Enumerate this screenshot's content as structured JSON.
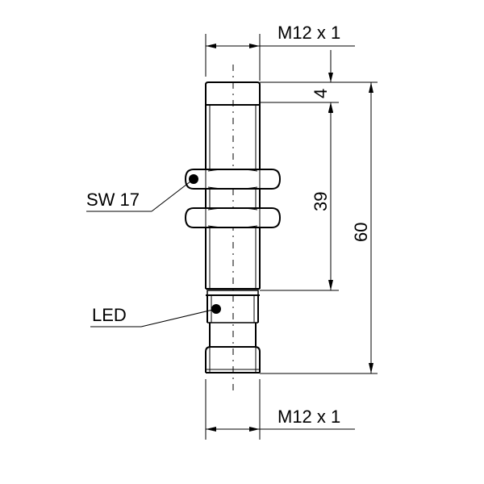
{
  "drawing": {
    "thread_top_label": "M12 x 1",
    "thread_bottom_label": "M12 x 1",
    "dim_cap_length": "4",
    "dim_thread_length": "39",
    "dim_total_length": "60",
    "nut_label": "SW 17",
    "led_label": "LED"
  },
  "colors": {
    "line": "#000000",
    "dimension_line": "#000000",
    "background": "#ffffff"
  }
}
